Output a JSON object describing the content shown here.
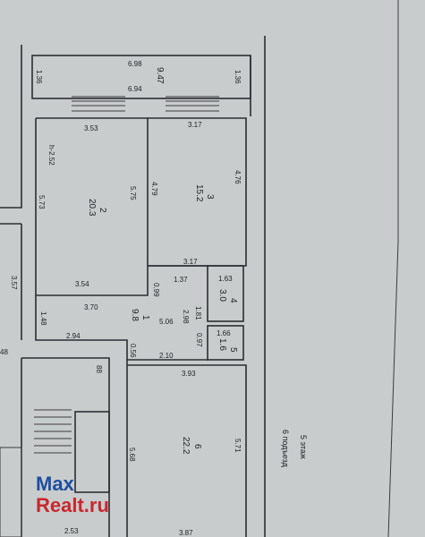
{
  "rooms": [
    {
      "number": "7",
      "area": "9.4"
    },
    {
      "number": "2",
      "area": "20.3"
    },
    {
      "number": "3",
      "area": "15.2"
    },
    {
      "number": "4",
      "area": "3.0"
    },
    {
      "number": "1",
      "area": "9.8"
    },
    {
      "number": "5",
      "area": "1.6"
    },
    {
      "number": "6",
      "area": "22.2"
    }
  ],
  "dimensions": {
    "d_698": "6.98",
    "d_694": "6.94",
    "d_136a": "1.36",
    "d_136b": "1.36",
    "d_353": "3.53",
    "d_317a": "3.17",
    "d_476": "4.76",
    "d_h252": "h-2.52",
    "d_573": "5.73",
    "d_575": "5.75",
    "d_479": "4.79",
    "d_357": "3.57",
    "d_354": "3.54",
    "d_317b": "3.17",
    "d_137": "1.37",
    "d_163": "1.63",
    "d_099": "0.99",
    "d_370": "3.70",
    "d_181": "1.81",
    "d_298": "2.98",
    "d_506": "5.06",
    "d_148": "1.48",
    "d_294": "2.94",
    "d_166": "1.66",
    "d_097": "0.97",
    "d_056": "0.56",
    "d_210": "2.10",
    "d_393": "3.93",
    "d_48": "48",
    "d_88": "88",
    "d_568": "5.68",
    "d_571": "5.71",
    "d_253": "2.53",
    "d_387": "3.87"
  },
  "notes": {
    "floor": "5 этаж",
    "entrance": "6 подъезд"
  },
  "watermark": {
    "part1": "Max",
    "part2": "Realt.ru"
  }
}
